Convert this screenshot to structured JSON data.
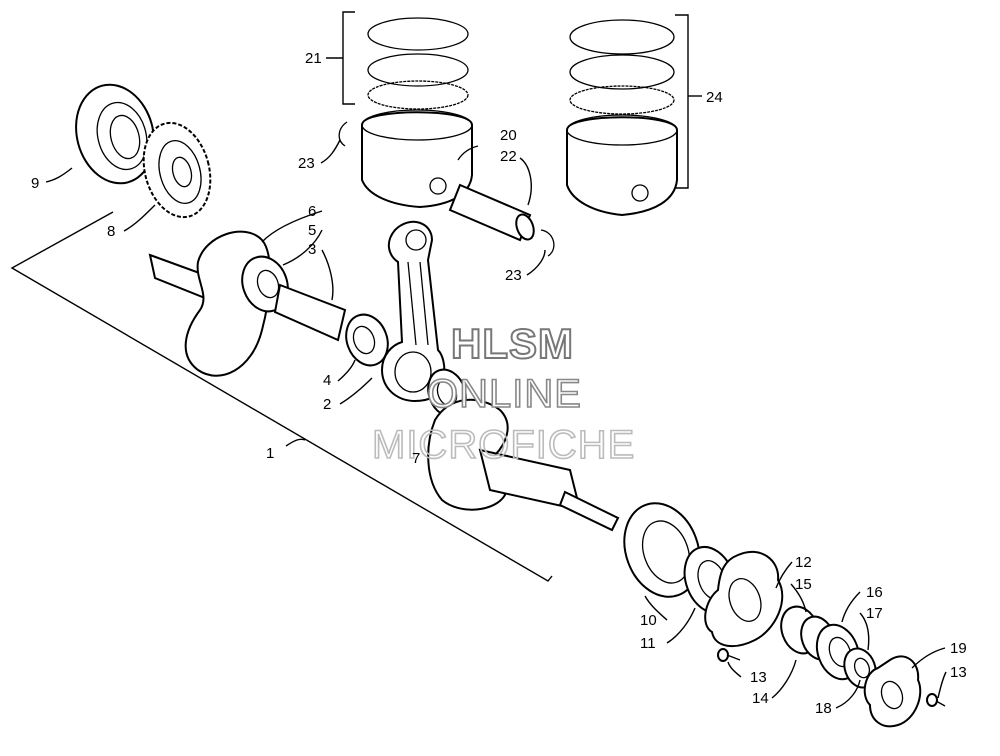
{
  "watermark": {
    "line1": "HLSM",
    "line2": "ONLINE",
    "line3": "MICROFICHE"
  },
  "callouts": {
    "c1": "1",
    "c2": "2",
    "c3": "3",
    "c4": "4",
    "c5": "5",
    "c6": "6",
    "c7": "7",
    "c8": "8",
    "c9": "9",
    "c10": "10",
    "c11": "11",
    "c12": "12",
    "c13a": "13",
    "c13b": "13",
    "c14": "14",
    "c15": "15",
    "c16": "16",
    "c17": "17",
    "c18": "18",
    "c19": "19",
    "c20": "20",
    "c21": "21",
    "c22": "22",
    "c23a": "23",
    "c23b": "23",
    "c24": "24"
  }
}
